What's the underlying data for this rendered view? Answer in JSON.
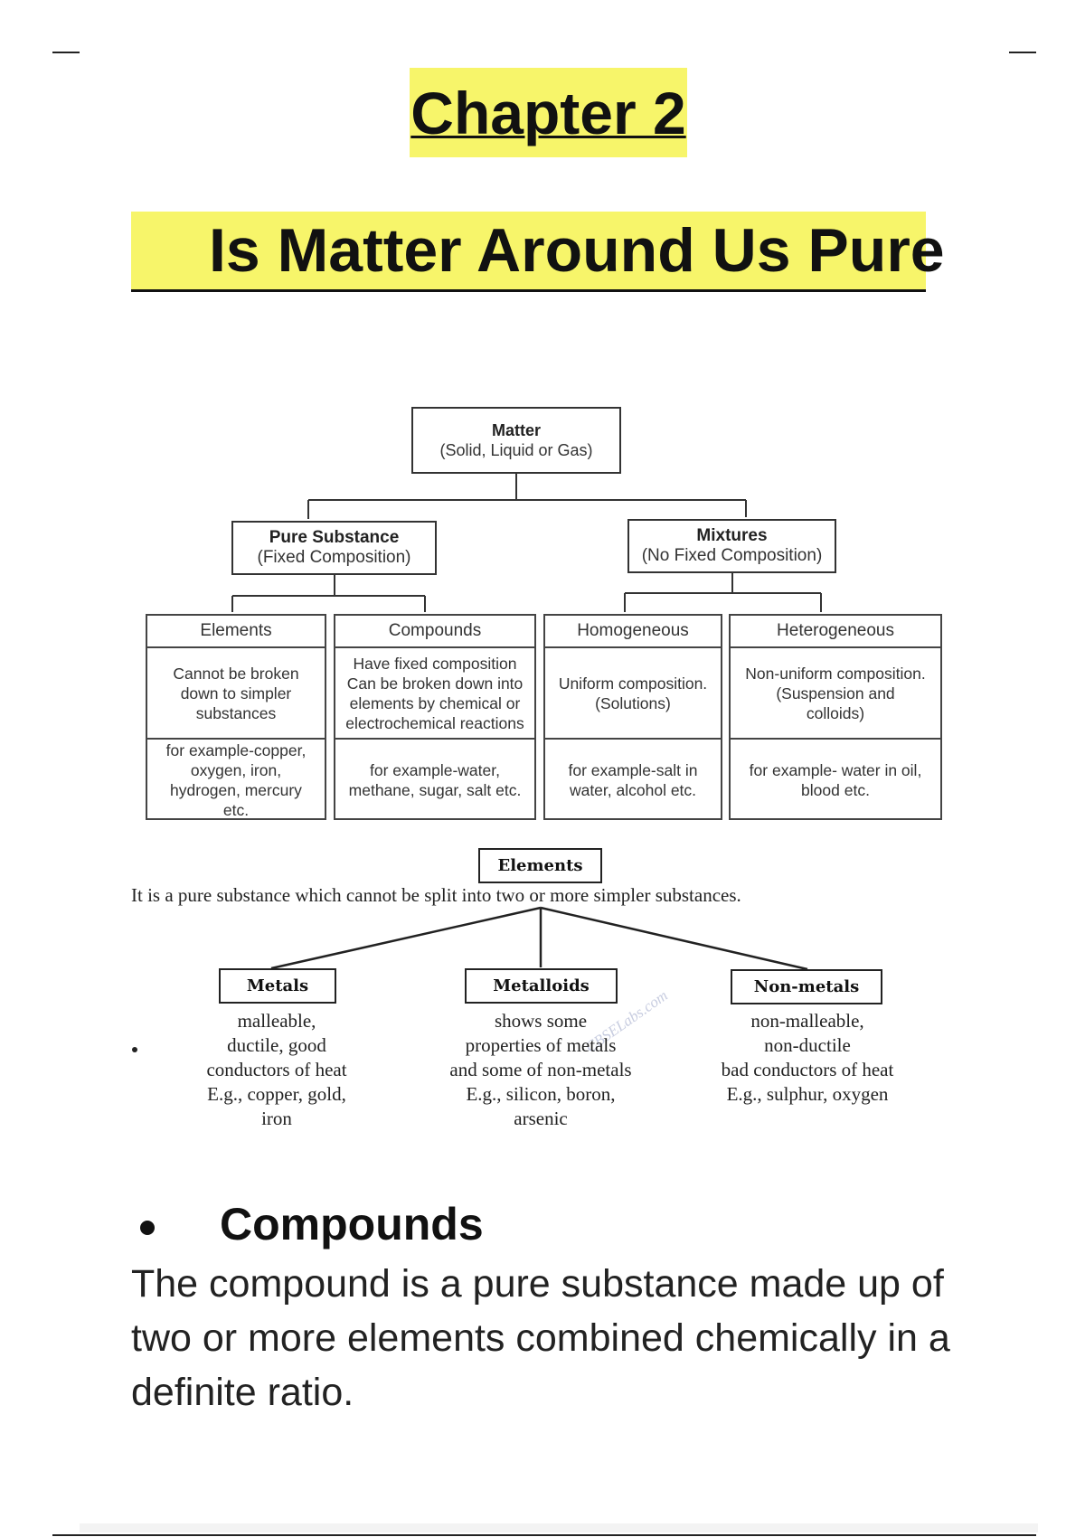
{
  "header": {
    "chapter": "Chapter 2",
    "title": "Is Matter Around Us Pure"
  },
  "diagram": {
    "root": {
      "title": "Matter",
      "subtitle": "(Solid, Liquid or Gas)"
    },
    "pure": {
      "title": "Pure Substance",
      "subtitle": "(Fixed Composition)"
    },
    "mixtures": {
      "title": "Mixtures",
      "subtitle": "(No Fixed Composition)"
    },
    "columns": [
      {
        "header": "Elements",
        "desc": "Cannot be broken\ndown to simpler\nsubstances",
        "example": "for example-copper,\noxygen, iron,\nhydrogen, mercury\netc."
      },
      {
        "header": "Compounds",
        "desc": "Have fixed composition\nCan be broken down into\nelements by chemical or\nelectrochemical reactions",
        "example": "for example-water,\nmethane, sugar, salt etc."
      },
      {
        "header": "Homogeneous",
        "desc": "Uniform composition.\n(Solutions)",
        "example": "for example-salt in\nwater, alcohol etc."
      },
      {
        "header": "Heterogeneous",
        "desc": "Non-uniform composition.\n(Suspension and\ncolloids)",
        "example": "for example- water in oil,\nblood etc."
      }
    ]
  },
  "elements": {
    "title": "Elements",
    "definition": "It is a pure substance which cannot be split into two or more simpler substances.",
    "watermark": "CBSELabs.com",
    "types": [
      {
        "name": "Metals",
        "desc": "malleable,\nductile, good\nconductors of heat\nE.g., copper, gold,\niron"
      },
      {
        "name": "Metalloids",
        "desc": "shows some\nproperties of metals\nand some of non-metals\nE.g., silicon, boron,\narsenic"
      },
      {
        "name": "Non-metals",
        "desc": "non-malleable,\nnon-ductile\nbad conductors of heat\nE.g., sulphur, oxygen"
      }
    ]
  },
  "compounds": {
    "heading": "Compounds",
    "text": "The compound is a pure substance made up of two or more elements combined chemically in a definite ratio."
  }
}
